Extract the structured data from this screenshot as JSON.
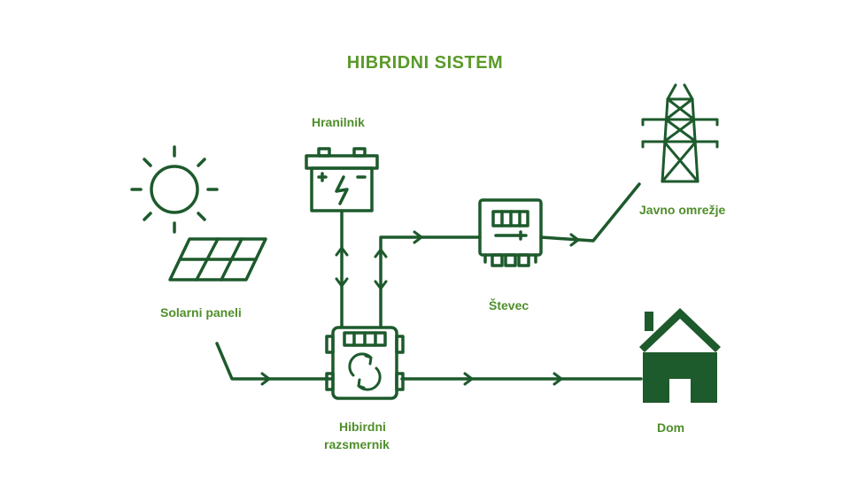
{
  "title": "HIBRIDNI SISTEM",
  "labels": {
    "battery": "Hranilnik",
    "solar": "Solarni paneli",
    "meter": "Števec",
    "grid": "Javno omrežje",
    "inverter_line1": "Hibirdni",
    "inverter_line2": "razsmernik",
    "home": "Dom"
  },
  "colors": {
    "title": "#5a9a2a",
    "label": "#4f8e2a",
    "icon": "#1d5a2c",
    "line": "#1d5a2c"
  },
  "icons": [
    "sun-icon",
    "solar-panel-icon",
    "battery-icon",
    "meter-icon",
    "power-pylon-icon",
    "house-icon",
    "inverter-icon"
  ]
}
